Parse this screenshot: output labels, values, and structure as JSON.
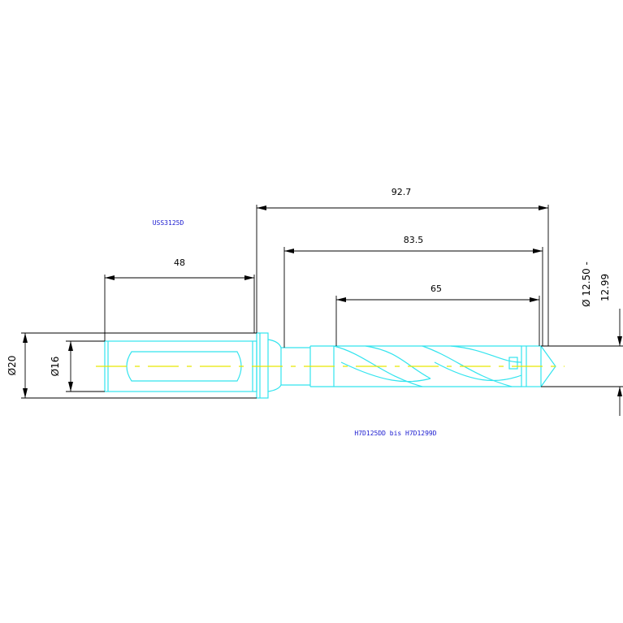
{
  "colors": {
    "part": "#33e4ee",
    "centerline": "#e8e800",
    "dimension": "#000000",
    "reference": "#1a1ad0",
    "background": "#ffffff"
  },
  "references": {
    "body_code": "USS3125D",
    "insert_range": "H7D125DD bis H7D1299D"
  },
  "dimensions": {
    "overall_length": "92.7",
    "body_length": "83.5",
    "flute_length": "65",
    "shank_length": "48",
    "collar_diameter": "Ø20",
    "shank_diameter": "Ø16",
    "drill_diameter_line1": "Ø 12.50 -",
    "drill_diameter_line2": "12.99"
  }
}
